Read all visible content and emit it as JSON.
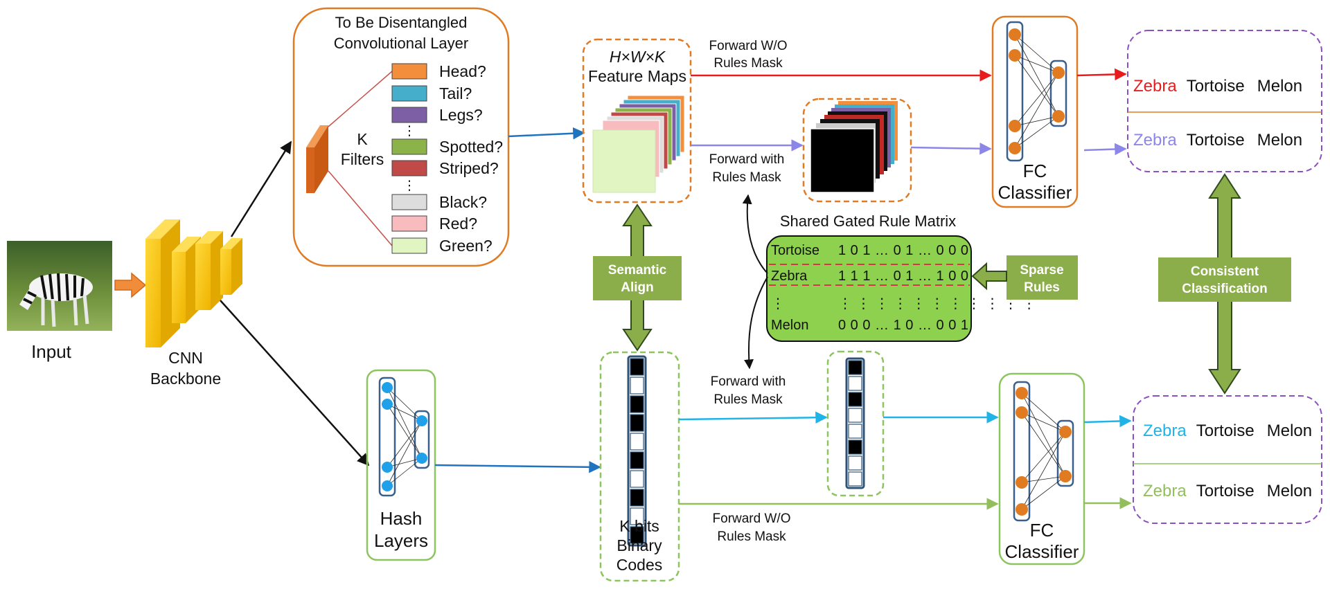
{
  "labels": {
    "input": "Input",
    "cnn_backbone_1": "CNN",
    "cnn_backbone_2": "Backbone",
    "disentangle_1": "To Be Disentangled",
    "disentangle_2": "Convolutional Layer",
    "k_filters_1": "K",
    "k_filters_2": "Filters",
    "feature_dims": "H×W×K",
    "feature_maps": "Feature Maps",
    "forward_wo_top_1": "Forward W/O",
    "forward_wo_top_2": "Rules Mask",
    "forward_with_top_1": "Forward with",
    "forward_with_top_2": "Rules Mask",
    "forward_with_bottom_1": "Forward with",
    "forward_with_bottom_2": "Rules Mask",
    "forward_wo_bottom_1": "Forward W/O",
    "forward_wo_bottom_2": "Rules Mask",
    "fc_top_1": "FC",
    "fc_top_2": "Classifier",
    "fc_bottom_1": "FC",
    "fc_bottom_2": "Classifier",
    "hash_1": "Hash",
    "hash_2": "Layers",
    "kbits_1": "K bits",
    "kbits_2": "Binary",
    "kbits_3": "Codes",
    "semantic_1": "Semantic",
    "semantic_2": "Align",
    "sparse_1": "Sparse",
    "sparse_2": "Rules",
    "consistent_1": "Consistent",
    "consistent_2": "Classification",
    "rule_matrix_title": "Shared Gated Rule Matrix"
  },
  "filters": [
    {
      "label": "Head?",
      "color": "#f28e3c"
    },
    {
      "label": "Tail?",
      "color": "#45aecb"
    },
    {
      "label": "Legs?",
      "color": "#7d5fa6"
    },
    {
      "label": "⋮",
      "color": ""
    },
    {
      "label": "Spotted?",
      "color": "#8bb34a"
    },
    {
      "label": "Striped?",
      "color": "#bf4a47"
    },
    {
      "label": "⋮",
      "color": ""
    },
    {
      "label": "Black?",
      "color": "#dddddd"
    },
    {
      "label": "Red?",
      "color": "#f8bcbf"
    },
    {
      "label": "Green?",
      "color": "#e0f5c2"
    }
  ],
  "rule_matrix": [
    {
      "name": "Tortoise",
      "bits": "1 0 1 … 0 1 … 0 0 0"
    },
    {
      "name": "Zebra",
      "bits": "1 1 1 … 0 1 … 1 0 0"
    },
    {
      "name": "⋮",
      "bits": "⋮ ⋮ ⋮ ⋮ ⋮ ⋮ ⋮ ⋮ ⋮ ⋮ ⋮"
    },
    {
      "name": "Melon",
      "bits": "0 0 0 … 1 0 … 0 0 1"
    }
  ],
  "outputs_top": [
    {
      "first": "Zebra",
      "first_color": "#e81c1c",
      "rest1": "Tortoise",
      "rest2": "Melon"
    },
    {
      "first": "Zebra",
      "first_color": "#8c86e8",
      "rest1": "Tortoise",
      "rest2": "Melon"
    }
  ],
  "outputs_bottom": [
    {
      "first": "Zebra",
      "first_color": "#1fb3e8",
      "rest1": "Tortoise",
      "rest2": "Melon"
    },
    {
      "first": "Zebra",
      "first_color": "#92bf5c",
      "rest1": "Tortoise",
      "rest2": "Melon"
    }
  ],
  "colors": {
    "orange_border": "#e07b22",
    "green_border": "#8cc45f",
    "purple_border": "#8b4fc0",
    "badge_green": "#8cae4a",
    "arrow_red": "#e81c1c",
    "arrow_purple": "#8c86e8",
    "arrow_blue": "#1f74c0",
    "arrow_cyan": "#1fb3e8",
    "arrow_green": "#92bf5c",
    "matrix_fill": "#8ed14f",
    "cnn_yellow": "#f7c200"
  },
  "binary_codes_main": [
    1,
    0,
    1,
    1,
    0,
    1,
    0,
    1,
    0,
    1
  ],
  "binary_codes_masked": [
    1,
    0,
    1,
    0,
    0,
    1,
    0,
    0
  ]
}
